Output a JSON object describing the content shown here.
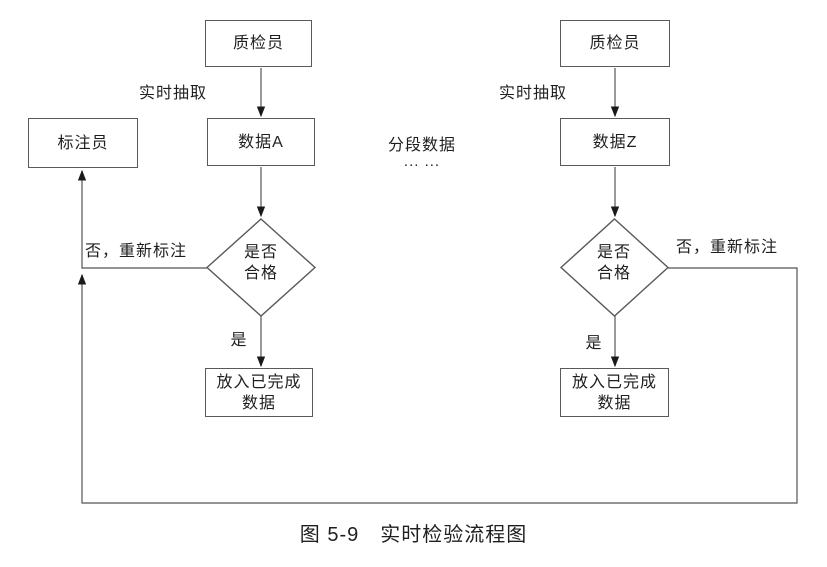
{
  "caption": "图 5-9　实时检验流程图",
  "annotator": {
    "label": "标注员"
  },
  "segment": {
    "label": "分段数据",
    "ellipsis": "... ..."
  },
  "flows": [
    {
      "name": "left",
      "inspector": "质检员",
      "extract_label": "实时抽取",
      "data_label": "数据A",
      "decision": [
        "是否",
        "合格"
      ],
      "yes_label": "是",
      "no_label": "否，重新标注",
      "done": [
        "放入已完成",
        "数据"
      ]
    },
    {
      "name": "right",
      "inspector": "质检员",
      "extract_label": "实时抽取",
      "data_label": "数据Z",
      "decision": [
        "是否",
        "合格"
      ],
      "yes_label": "是",
      "no_label": "否，重新标注",
      "done": [
        "放入已完成",
        "数据"
      ]
    }
  ],
  "colors": {
    "box_border": "#595959",
    "line": "#555555",
    "arrowhead": "#1a1a1a",
    "text": "#1f1f1f"
  }
}
